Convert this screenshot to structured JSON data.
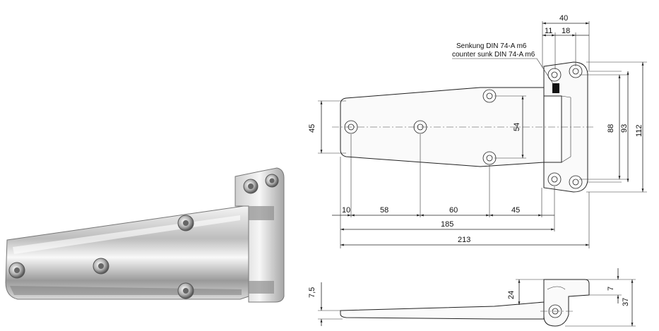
{
  "drawing": {
    "dims": {
      "top_40": "40",
      "top_11": "11",
      "top_18": "18",
      "left_45": "45",
      "mid_54": "54",
      "right_88": "88",
      "right_93": "93",
      "right_112": "112",
      "bot_10": "10",
      "bot_58": "58",
      "bot_60": "60",
      "bot_45": "45",
      "bot_185": "185",
      "bot_213": "213",
      "side_7_5": "7,5",
      "side_24": "24",
      "side_7": "7",
      "side_37": "37"
    },
    "notes": {
      "senkung": "Senkung DIN 74-A m6",
      "counter_sunk": "counter sunk DIN 74-A m6"
    }
  }
}
